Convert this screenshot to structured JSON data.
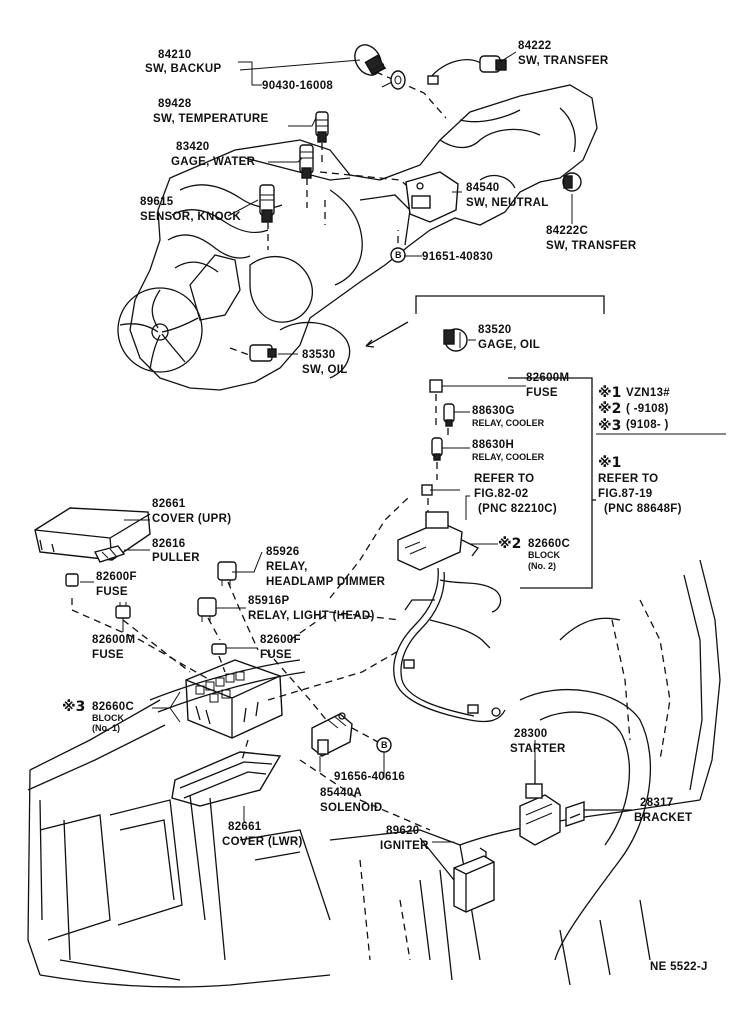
{
  "parts": {
    "sw_backup": {
      "number": "84210",
      "name": "SW, BACKUP"
    },
    "bolt_90430": {
      "number": "90430-16008"
    },
    "sw_transfer": {
      "number": "84222",
      "name": "SW, TRANSFER"
    },
    "sw_temperature": {
      "number": "89428",
      "name": "SW, TEMPERATURE"
    },
    "gage_water": {
      "number": "83420",
      "name": "GAGE, WATER"
    },
    "sensor_knock": {
      "number": "89615",
      "name": "SENSOR, KNOCK"
    },
    "sw_neutral": {
      "number": "84540",
      "name": "SW, NEUTRAL"
    },
    "sw_transfer_c": {
      "number": "84222C",
      "name": "SW, TRANSFER"
    },
    "bolt_91651": {
      "number": "91651-40830"
    },
    "gage_oil": {
      "number": "83520",
      "name": "GAGE, OIL"
    },
    "sw_oil": {
      "number": "83530",
      "name": "SW, OIL"
    },
    "fuse_m_top": {
      "number": "82600M",
      "name": "FUSE"
    },
    "relay_cooler_g": {
      "number": "88630G",
      "name": "RELAY, COOLER"
    },
    "relay_cooler_h": {
      "number": "88630H",
      "name": "RELAY, COOLER"
    },
    "refer_fig_82": {
      "line1": "REFER TO",
      "line2": "FIG.82-02",
      "line3": "(PNC 82210C)"
    },
    "refer_fig_87": {
      "line1": "REFER TO",
      "line2": "FIG.87-19",
      "line3": "(PNC 88648F)"
    },
    "block_no2": {
      "mark": "※2",
      "number": "82660C",
      "name": "BLOCK",
      "sub": "(No. 2)"
    },
    "cover_upr": {
      "number": "82661",
      "name": "COVER (UPR)"
    },
    "puller": {
      "number": "82616",
      "name": "PULLER"
    },
    "relay_headlamp": {
      "number": "85926",
      "name1": "RELAY,",
      "name2": "HEADLAMP DIMMER"
    },
    "fuse_f_left": {
      "number": "82600F",
      "name": "FUSE"
    },
    "relay_light": {
      "number": "85916P",
      "name": "RELAY, LIGHT (HEAD)"
    },
    "fuse_m_left": {
      "number": "82600M",
      "name": "FUSE"
    },
    "fuse_f_mid": {
      "number": "82600F",
      "name": "FUSE"
    },
    "block_no1": {
      "mark": "※3",
      "number": "82660C",
      "name": "BLOCK",
      "sub": "(No. 1)"
    },
    "bolt_91656": {
      "number": "91656-40616"
    },
    "solenoid": {
      "number": "85440A",
      "name": "SOLENOID"
    },
    "starter": {
      "number": "28300",
      "name": "STARTER"
    },
    "bracket": {
      "number": "28317",
      "name": "BRACKET"
    },
    "cover_lwr": {
      "number": "82661",
      "name": "COVER (LWR)"
    },
    "igniter": {
      "number": "89620",
      "name": "IGNITER"
    }
  },
  "legend": {
    "note1": {
      "mark": "※1",
      "text": "VZN13#"
    },
    "note2": {
      "mark": "※2",
      "text": "(      -9108)"
    },
    "note3": {
      "mark": "※3",
      "text": "(9108-      )"
    },
    "mark1": "※1"
  },
  "footer": {
    "code": "NE 5522-J"
  }
}
